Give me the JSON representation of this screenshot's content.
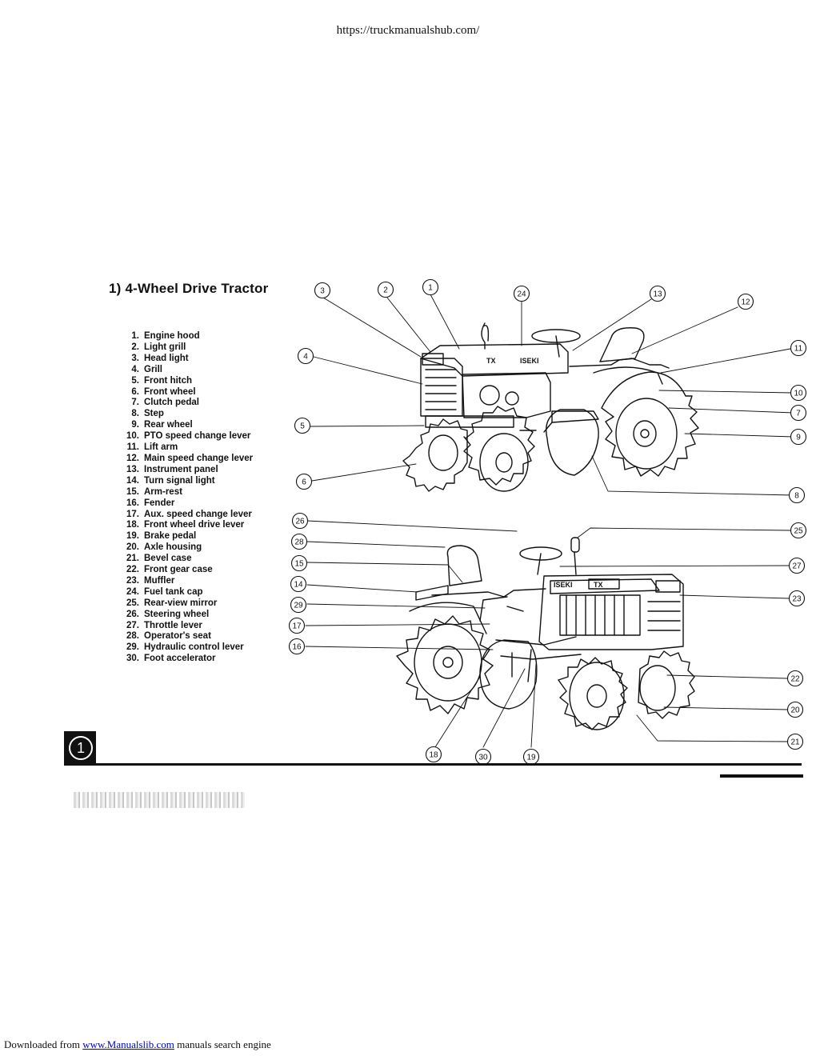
{
  "header": {
    "url": "https://truckmanualshub.com/"
  },
  "section": {
    "title": "1)  4-Wheel Drive Tractor"
  },
  "parts": [
    {
      "num": "1.",
      "name": "Engine hood"
    },
    {
      "num": "2.",
      "name": "Light grill"
    },
    {
      "num": "3.",
      "name": "Head light"
    },
    {
      "num": "4.",
      "name": "Grill"
    },
    {
      "num": "5.",
      "name": "Front hitch"
    },
    {
      "num": "6.",
      "name": "Front wheel"
    },
    {
      "num": "7.",
      "name": "Clutch pedal"
    },
    {
      "num": "8.",
      "name": "Step"
    },
    {
      "num": "9.",
      "name": "Rear wheel"
    },
    {
      "num": "10.",
      "name": "PTO speed change lever"
    },
    {
      "num": "11.",
      "name": "Lift arm"
    },
    {
      "num": "12.",
      "name": "Main speed change lever"
    },
    {
      "num": "13.",
      "name": "Instrument panel"
    },
    {
      "num": "14.",
      "name": "Turn signal light"
    },
    {
      "num": "15.",
      "name": "Arm-rest"
    },
    {
      "num": "16.",
      "name": "Fender"
    },
    {
      "num": "17.",
      "name": "Aux. speed change lever"
    },
    {
      "num": "18.",
      "name": "Front wheel drive lever"
    },
    {
      "num": "19.",
      "name": "Brake pedal"
    },
    {
      "num": "20.",
      "name": "Axle housing"
    },
    {
      "num": "21.",
      "name": "Bevel case"
    },
    {
      "num": "22.",
      "name": "Front gear case"
    },
    {
      "num": "23.",
      "name": "Muffler"
    },
    {
      "num": "24.",
      "name": "Fuel tank cap"
    },
    {
      "num": "25.",
      "name": "Rear-view mirror"
    },
    {
      "num": "26.",
      "name": "Steering wheel"
    },
    {
      "num": "27.",
      "name": "Throttle lever"
    },
    {
      "num": "28.",
      "name": "Operator's seat"
    },
    {
      "num": "29.",
      "name": "Hydraulic control lever"
    },
    {
      "num": "30.",
      "name": "Foot accelerator"
    }
  ],
  "callouts": {
    "top": [
      "3",
      "2",
      "1",
      "24",
      "13",
      "12",
      "11",
      "10",
      "7",
      "9",
      "8",
      "4",
      "5",
      "6"
    ],
    "bottom": [
      "26",
      "28",
      "15",
      "14",
      "29",
      "17",
      "16",
      "25",
      "27",
      "23",
      "22",
      "20",
      "21",
      "18",
      "30",
      "19"
    ]
  },
  "hood_text": {
    "brand": "ISEKI",
    "model": "TX"
  },
  "page_badge": {
    "label": "1"
  },
  "footer": {
    "prefix": "Downloaded from ",
    "link_text": "www.Manualslib.com",
    "suffix": " manuals search engine"
  }
}
